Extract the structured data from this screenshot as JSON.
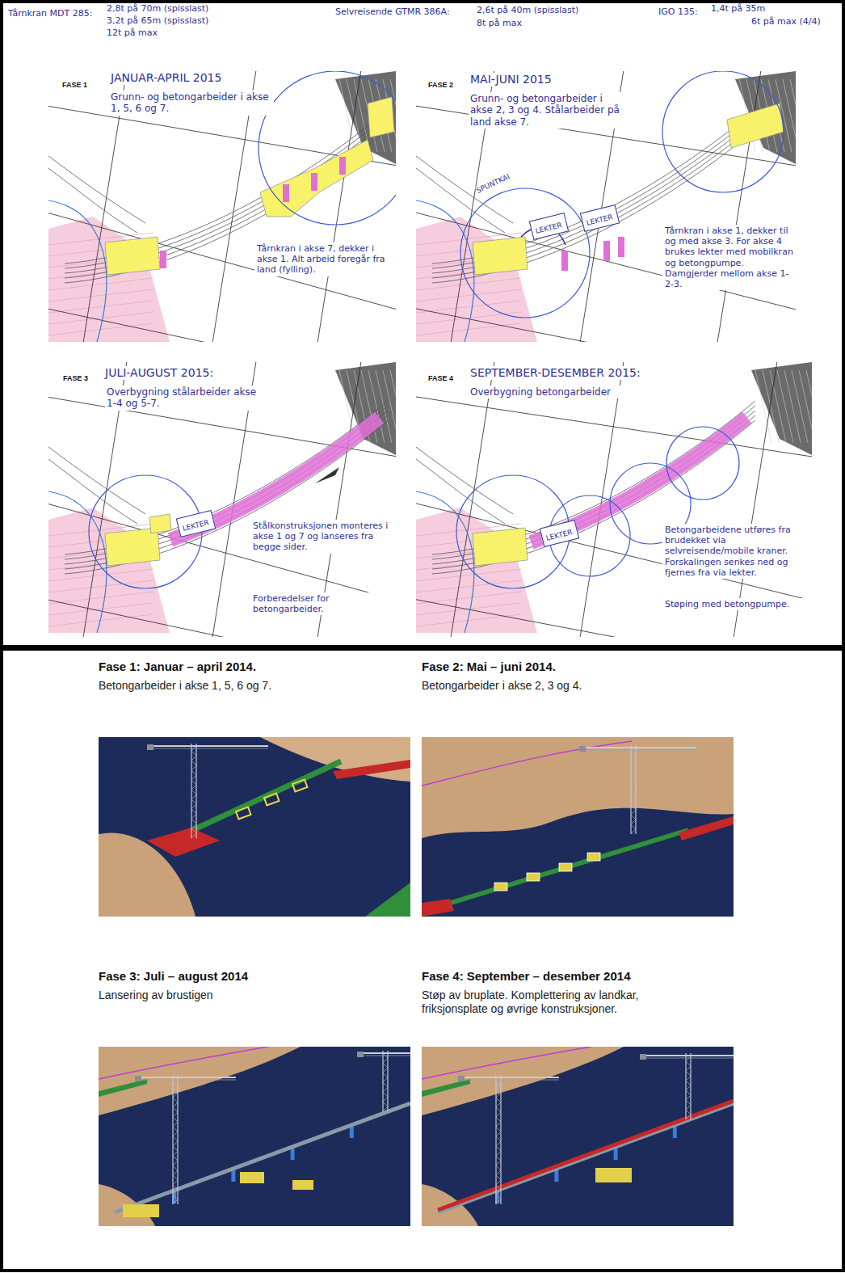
{
  "diagram": {
    "nodes": [
      {
        "text": [
          "FASE 1",
          "JANUAR-APRIL 2015",
          "Grunn- og betongarbeider i akse 1, 5, 6 og 7.",
          "Tårnkran i akse 7, dekker i akse 1. Alt arbeid foregår fra land (fylling)."
        ]
      },
      {
        "text": [
          "FASE 2",
          "MAI-JUNI 2015",
          "Grunn- og betongarbeider i akse 2, 3 og 4. Stålarbeider på land akse 7.",
          "Tårnkran i akse 1, dekker til og med akse 3. For akse 4 brukes lekter med mobilkran og betongpumpe. Damgjerder mellom akse 1-2-3."
        ]
      },
      {
        "text": [
          "LEKTER"
        ],
        "in": 1
      },
      {
        "text": [
          "LEKTER"
        ],
        "in": 1
      },
      {
        "text": [
          "FASE 3",
          "JULI-AUGUST 2015:",
          "Overbygning stålarbeider akse 1-4 og 5-7.",
          "Stålkonstruksjonen monteres i akse 1 og 7 og lanseres fra begge sider.",
          "Forberedelser for betongarbeider."
        ]
      },
      {
        "text": [
          "LEKTER"
        ],
        "in": 4
      },
      {
        "text": [
          "FASE 4",
          "SEPTEMBER-DESEMBER 2015:",
          "Overbygning betongarbeider",
          "Betongarbeidene utføres fra brudekket via selvreisende/mobile kraner. Forskalingen senkes ned og fjernes fra via lekter.",
          "Støping med betongpumpe."
        ]
      },
      {
        "text": [
          "LEKTER"
        ],
        "in": 6
      },
      {
        "text": [
          "Fase 1: Januar – april 2014.",
          "Betongarbeider i akse 1, 5, 6 og 7."
        ]
      },
      {
        "text": [
          "Fase 2: Mai – juni 2014.",
          "Betongarbeider i akse 2, 3 og 4."
        ]
      },
      {
        "text": [
          "Fase 3: Juli – august 2014",
          "Lansering av brustigen"
        ]
      },
      {
        "text": [
          "Fase 4: September – desember 2014",
          "Støp av bruplate. Komplettering av landkar, friksjonsplate og øvrige konstruksjoner."
        ]
      }
    ],
    "labels": [
      "Tårnkran MDT 285:",
      "2,8t på 70m (spisslast)",
      "3,2t på 65m (spisslast)",
      "12t på max",
      "Selvreisende GTMR 386A:",
      "2,6t på 40m (spisslast)",
      "8t på max",
      "IGO 135:",
      "1,4t på 35m",
      "6t på max (4/4)",
      "SPUNTKAI"
    ]
  }
}
